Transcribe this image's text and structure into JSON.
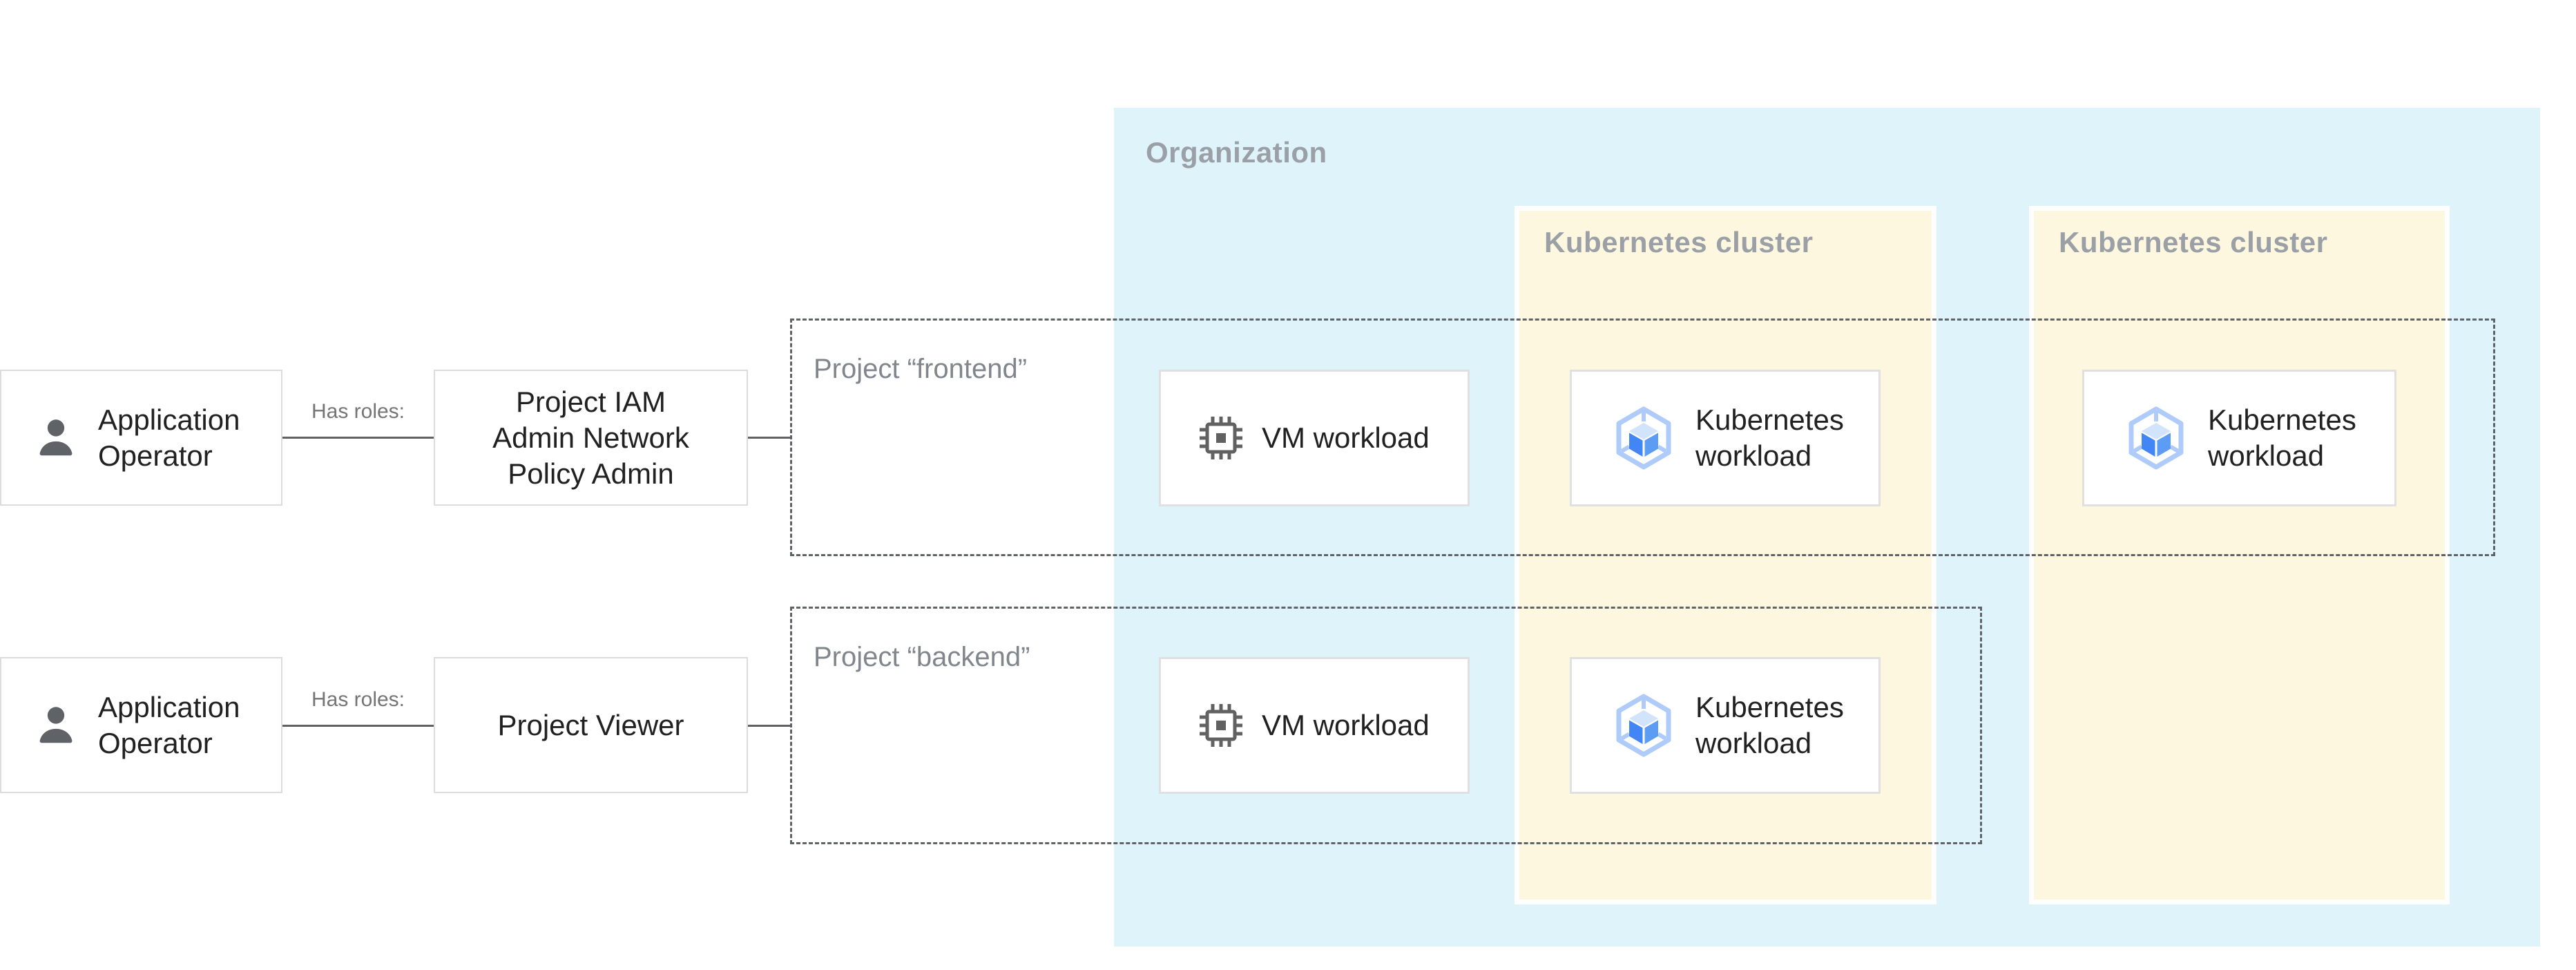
{
  "organization": {
    "label": "Organization"
  },
  "clusters": {
    "first": {
      "label": "Kubernetes cluster"
    },
    "second": {
      "label": "Kubernetes cluster"
    }
  },
  "projects": {
    "frontend": {
      "label": "Project “frontend”"
    },
    "backend": {
      "label": "Project “backend”"
    }
  },
  "actors": {
    "first": {
      "label": "Application\nOperator",
      "icon": "person-icon"
    },
    "second": {
      "label": "Application\nOperator",
      "icon": "person-icon"
    }
  },
  "edges": {
    "first": {
      "label": "Has roles:"
    },
    "second": {
      "label": "Has roles:"
    }
  },
  "roles": {
    "frontend": {
      "label": "Project IAM\nAdmin Network\nPolicy Admin"
    },
    "backend": {
      "label": "Project Viewer"
    }
  },
  "workloads": {
    "vm_frontend": {
      "label": "VM workload",
      "icon": "chip-icon"
    },
    "k8s_frontend_cluster1": {
      "label": "Kubernetes\nworkload",
      "icon": "kubernetes-icon"
    },
    "k8s_frontend_cluster2": {
      "label": "Kubernetes\nworkload",
      "icon": "kubernetes-icon"
    },
    "vm_backend": {
      "label": "VM workload",
      "icon": "chip-icon"
    },
    "k8s_backend_cluster1": {
      "label": "Kubernetes\nworkload",
      "icon": "kubernetes-icon"
    }
  },
  "colors": {
    "organization_fill": "#DFF3FA",
    "cluster_fill": "#FEF7E0",
    "zone_label": "#9AA0A6",
    "project_label": "#80868B",
    "edge_label": "#757575",
    "node_text": "#212121",
    "node_border": "#DADCE0",
    "connector": "#616161",
    "dashed_border": "#5F6368",
    "kubernetes_blue": "#4285F4",
    "kubernetes_light_blue": "#AECBFA",
    "icon_gray": "#5F6368"
  }
}
